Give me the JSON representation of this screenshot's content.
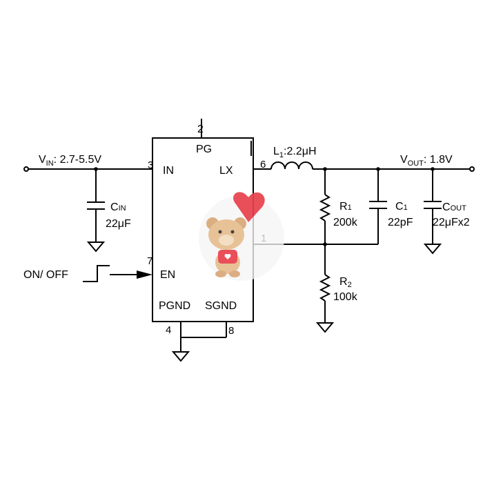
{
  "vin": {
    "label": "V",
    "sub": "IN",
    "value": ": 2.7-5.5V"
  },
  "vout": {
    "label": "V",
    "sub": "OUT",
    "value": ": 1.8V"
  },
  "ic": {
    "pins": {
      "pg_num": "2",
      "pg": "PG",
      "in_num": "3",
      "in": "IN",
      "lx_num": "6",
      "lx": "LX",
      "en_num": "7",
      "en": "EN",
      "pgnd": "PGND",
      "sgnd": "SGND",
      "pgnd_num": "4",
      "sgnd_num": "8",
      "fb_num": "1"
    }
  },
  "cin": {
    "name": "C",
    "sub": "IN",
    "value": "22μF"
  },
  "l1": {
    "name": "L",
    "sub": "1",
    "value": ":2.2μH"
  },
  "r1": {
    "name": "R",
    "sub": "1",
    "value": "200k"
  },
  "r2": {
    "name": "R",
    "sub": "2",
    "value": "100k"
  },
  "c1": {
    "name": "C",
    "sub": "1",
    "value": "22pF"
  },
  "cout": {
    "name": "C",
    "sub": "OUT",
    "value": "22μFx2"
  },
  "onoff": {
    "label": "ON/ OFF"
  },
  "colors": {
    "wire": "#000000",
    "sticker_heart": "#e8414b",
    "sticker_bear": "#d9a878"
  }
}
